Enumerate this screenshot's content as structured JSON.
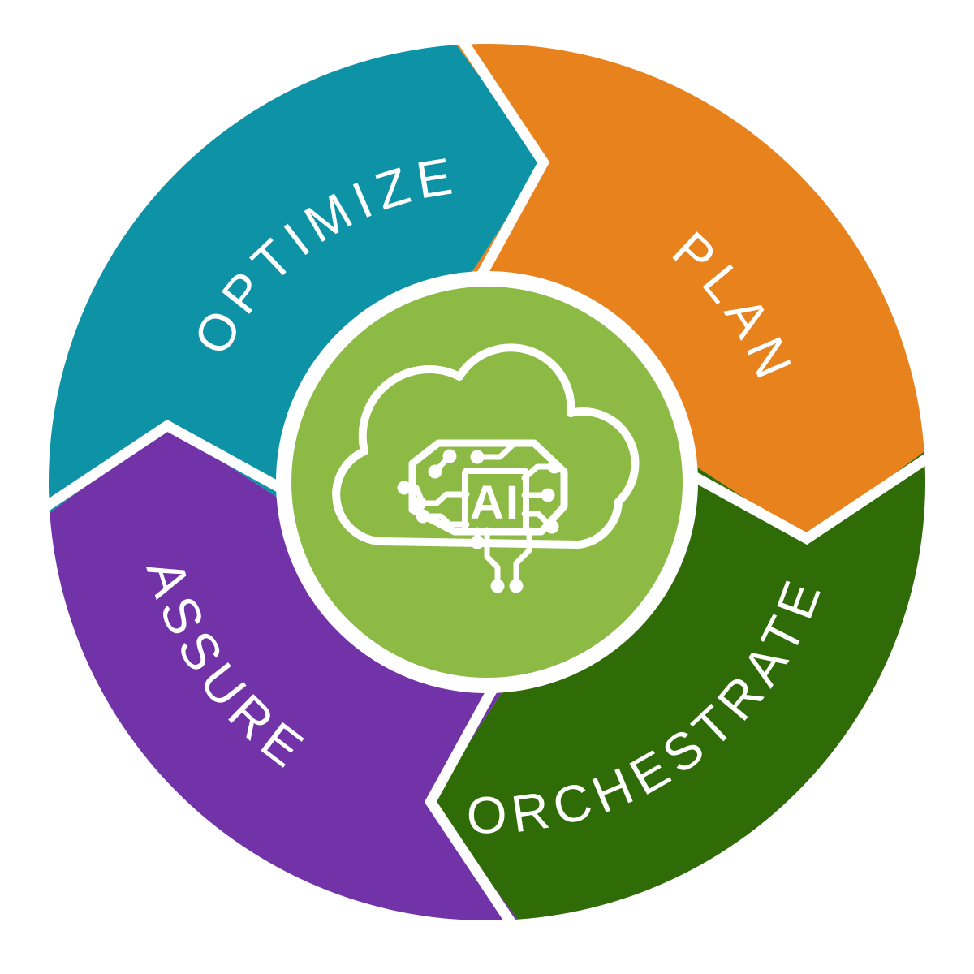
{
  "diagram": {
    "type": "cycle-diagram",
    "flow_direction": "clockwise",
    "background_color": "#FFFFFF",
    "divider_color": "#FFFFFF",
    "label_color": "#FFFFFF",
    "segments": [
      {
        "id": "optimize",
        "label": "OPTIMIZE",
        "color": "#0E93A6",
        "tip_angle_deg": 10,
        "position": "top-left"
      },
      {
        "id": "plan",
        "label": "PLAN",
        "color": "#E8821C",
        "tip_angle_deg": 100,
        "position": "top-right"
      },
      {
        "id": "orchestrate",
        "label": "ORCHESTRATE",
        "color": "#2F6B07",
        "tip_angle_deg": 190,
        "position": "bottom-right"
      },
      {
        "id": "assure",
        "label": "ASSURE",
        "color": "#7232A8",
        "tip_angle_deg": 280,
        "position": "bottom-left"
      }
    ],
    "center": {
      "circle_color": "#8CBA45",
      "ring_color": "#FFFFFF",
      "icon": "ai-cloud-circuit-brain-icon",
      "chip_label": "AI",
      "icon_color": "#FFFFFF"
    }
  }
}
